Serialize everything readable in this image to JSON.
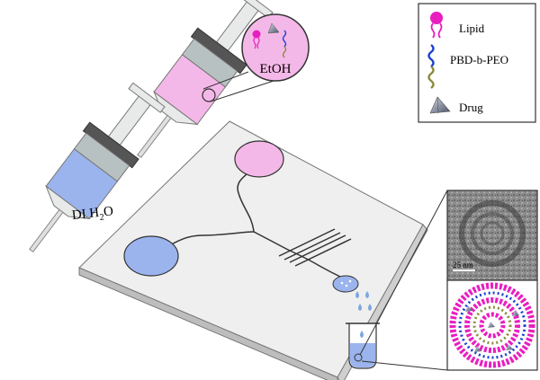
{
  "legend": {
    "items": [
      {
        "label": "Lipid",
        "icon": "lipid-icon"
      },
      {
        "label": "PBD-b-PEO",
        "icon": "polymer-icon"
      },
      {
        "label": "Drug",
        "icon": "drug-icon"
      }
    ]
  },
  "syringes": {
    "top_label": "EtOH",
    "left_label_main": "DI H",
    "left_label_sub": "2",
    "left_label_tail": "O"
  },
  "tem": {
    "scale_bar": "25 nm"
  },
  "colors": {
    "lipid": "#e81ec0",
    "polymer_blue": "#1a3fd0",
    "polymer_olive": "#8a8a3a",
    "ethanol_fill": "#f4b8e8",
    "water_fill": "#9bb4ee",
    "chip": "#eeeeee",
    "droplet": "#7da7e0"
  }
}
